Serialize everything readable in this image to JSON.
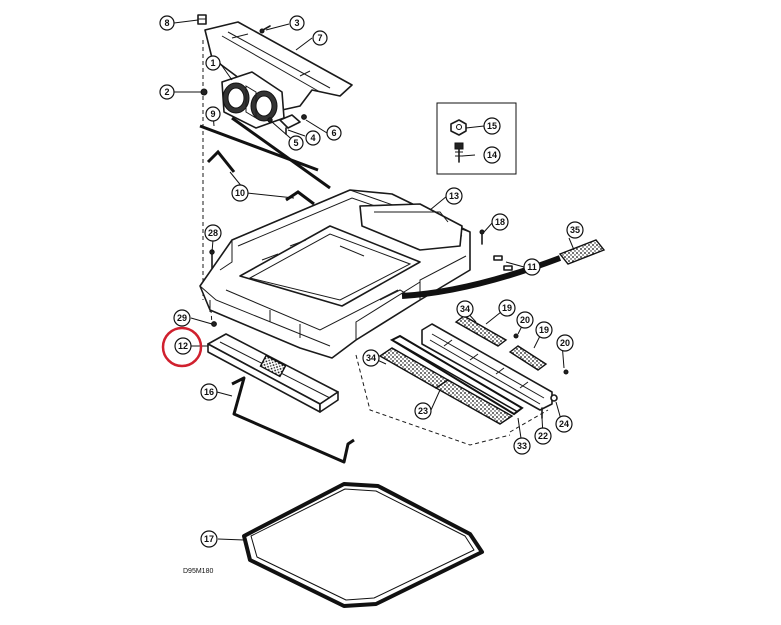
{
  "drawing_code": "D95M180",
  "highlight_color": "#d0202e",
  "highlighted_label": "12",
  "callouts": {
    "c1": "1",
    "c2": "2",
    "c3": "3",
    "c4": "4",
    "c5": "5",
    "c6": "6",
    "c7": "7",
    "c8": "8",
    "c9": "9",
    "c10": "10",
    "c11": "11",
    "c12": "12",
    "c13": "13",
    "c14": "14",
    "c15": "15",
    "c16": "16",
    "c17": "17",
    "c18": "18",
    "c19a": "19",
    "c19b": "19",
    "c20a": "20",
    "c20b": "20",
    "c22": "22",
    "c23": "23",
    "c24": "24",
    "c28": "28",
    "c29": "29",
    "c33": "33",
    "c34a": "34",
    "c34b": "34",
    "c35": "35"
  }
}
